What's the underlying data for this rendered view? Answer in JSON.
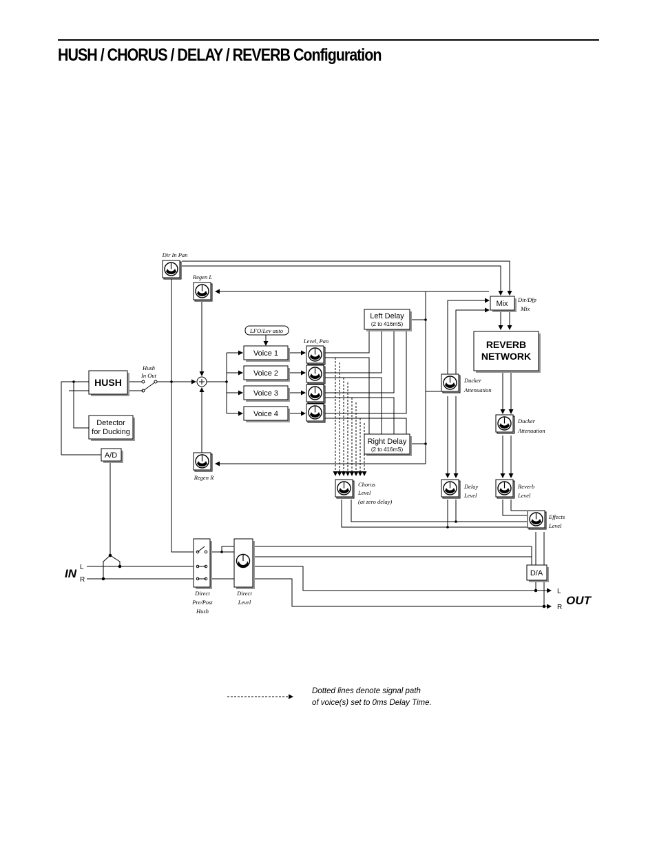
{
  "page": {
    "title": "HUSH / CHORUS / DELAY / REVERB Configuration"
  },
  "diagram": {
    "blocks": {
      "hush": "HUSH",
      "detector_line1": "Detector",
      "detector_line2": "for Ducking",
      "ad": "A/D",
      "da": "D/A",
      "voice1": "Voice 1",
      "voice2": "Voice 2",
      "voice3": "Voice 3",
      "voice4": "Voice 4",
      "left_delay": "Left Delay",
      "left_delay_range": "(2 to 416mS)",
      "right_delay": "Right Delay",
      "right_delay_range": "(2 to 416mS)",
      "mix": "Mix",
      "reverb_line1": "REVERB",
      "reverb_line2": "NETWORK",
      "lfo": "LFO/Lev auto"
    },
    "labels": {
      "dir_in_pan": "Dir In Pan",
      "regen_l": "Regen L",
      "regen_r": "Regen R",
      "hush_in_out_1": "Hush",
      "hush_in_out_2": "In Out",
      "level_pan": "Level, Pan",
      "dir_dfp_mix_1": "Dir/Dfp",
      "dir_dfp_mix_2": "Mix",
      "ducker_att_1_a": "Ducker",
      "ducker_att_1_b": "Attenuation",
      "ducker_att_2_a": "Ducker",
      "ducker_att_2_b": "Attenuation",
      "chorus_level_1": "Chorus",
      "chorus_level_2": "Level",
      "chorus_level_3": "(at zero delay)",
      "delay_level_1": "Delay",
      "delay_level_2": "Level",
      "reverb_level_1": "Reverb",
      "reverb_level_2": "Level",
      "effects_level_1": "Effects",
      "effects_level_2": "Level",
      "direct_pre_post_1": "Direct",
      "direct_pre_post_2": "Pre/Post",
      "direct_pre_post_3": "Hush",
      "direct_level_1": "Direct",
      "direct_level_2": "Level",
      "in": "IN",
      "out": "OUT",
      "in_l": "L",
      "in_r": "R",
      "out_l": "L",
      "out_r": "R"
    },
    "legend": {
      "line1": "Dotted lines denote signal path",
      "line2": "of voice(s) set to 0ms Delay Time."
    }
  }
}
